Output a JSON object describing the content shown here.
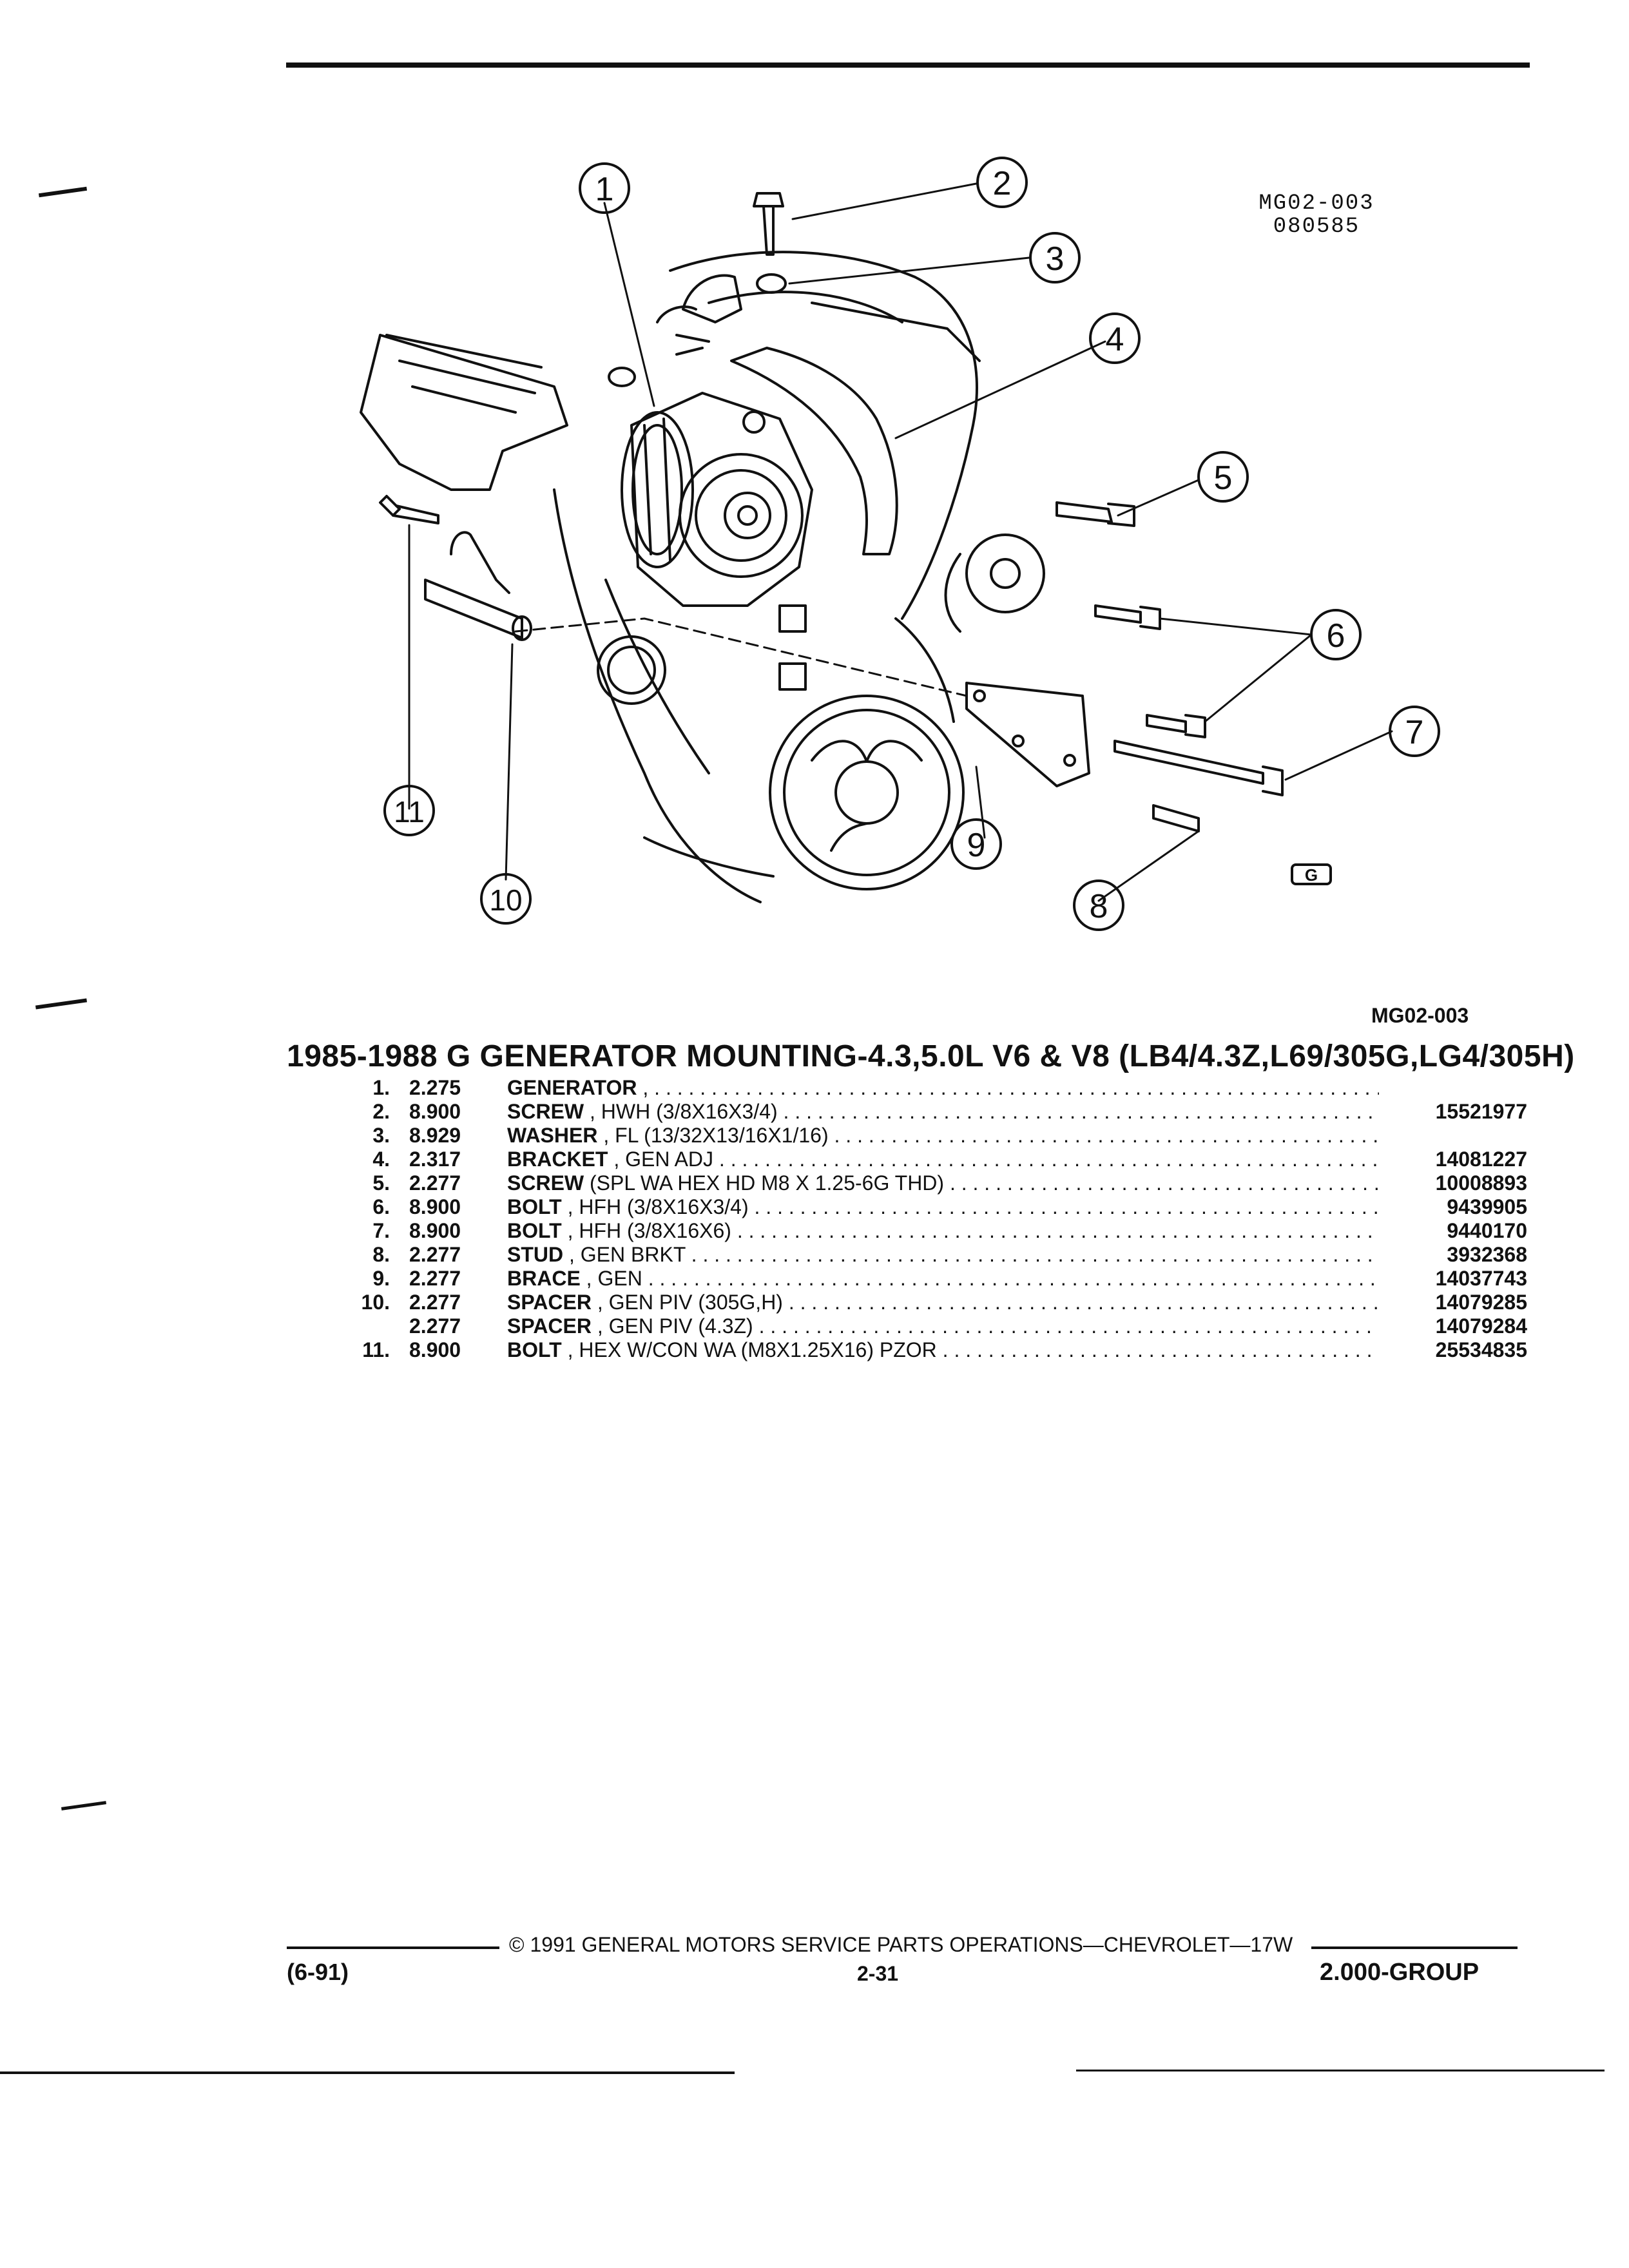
{
  "diagram": {
    "ref_code": "MG02-003",
    "ref_date": "080585",
    "callouts": [
      "1",
      "2",
      "3",
      "4",
      "5",
      "6",
      "7",
      "8",
      "9",
      "10",
      "11"
    ],
    "brand_icon": "G"
  },
  "figure_ref": "MG02-003",
  "title": "1985-1988 G GENERATOR MOUNTING-4.3,5.0L V6 & V8 (LB4/4.3Z,L69/305G,LG4/305H)",
  "parts": [
    {
      "item": "1.",
      "group": "2.275",
      "name": "GENERATOR",
      "spec": " ,",
      "part_no": ""
    },
    {
      "item": "2.",
      "group": "8.900",
      "name": "SCREW",
      "spec": " , HWH (3/8X16X3/4)",
      "part_no": "15521977"
    },
    {
      "item": "3.",
      "group": "8.929",
      "name": "WASHER",
      "spec": " , FL (13/32X13/16X1/16)",
      "part_no": ""
    },
    {
      "item": "4.",
      "group": "2.317",
      "name": "BRACKET",
      "spec": " , GEN ADJ",
      "part_no": "14081227"
    },
    {
      "item": "5.",
      "group": "2.277",
      "name": "SCREW",
      "spec": " (SPL WA HEX HD M8 X 1.25-6G THD)",
      "part_no": "10008893"
    },
    {
      "item": "6.",
      "group": "8.900",
      "name": "BOLT",
      "spec": " , HFH (3/8X16X3/4)",
      "part_no": "9439905"
    },
    {
      "item": "7.",
      "group": "8.900",
      "name": "BOLT",
      "spec": " , HFH (3/8X16X6)",
      "part_no": "9440170"
    },
    {
      "item": "8.",
      "group": "2.277",
      "name": "STUD",
      "spec": " , GEN BRKT",
      "part_no": "3932368"
    },
    {
      "item": "9.",
      "group": "2.277",
      "name": "BRACE",
      "spec": " , GEN",
      "part_no": "14037743"
    },
    {
      "item": "10.",
      "group": "2.277",
      "name": "SPACER",
      "spec": " , GEN PIV (305G,H)",
      "part_no": "14079285"
    },
    {
      "item": "",
      "group": "2.277",
      "name": "SPACER",
      "spec": " , GEN PIV (4.3Z)",
      "part_no": "14079284"
    },
    {
      "item": "11.",
      "group": "8.900",
      "name": "BOLT",
      "spec": " , HEX W/CON WA (M8X1.25X16) PZOR",
      "part_no": "25534835"
    }
  ],
  "footer": {
    "copyright": "© 1991 GENERAL MOTORS SERVICE PARTS OPERATIONS—CHEVROLET—17W",
    "date_code": "(6-91)",
    "page": "2-31",
    "group": "2.000-GROUP"
  }
}
